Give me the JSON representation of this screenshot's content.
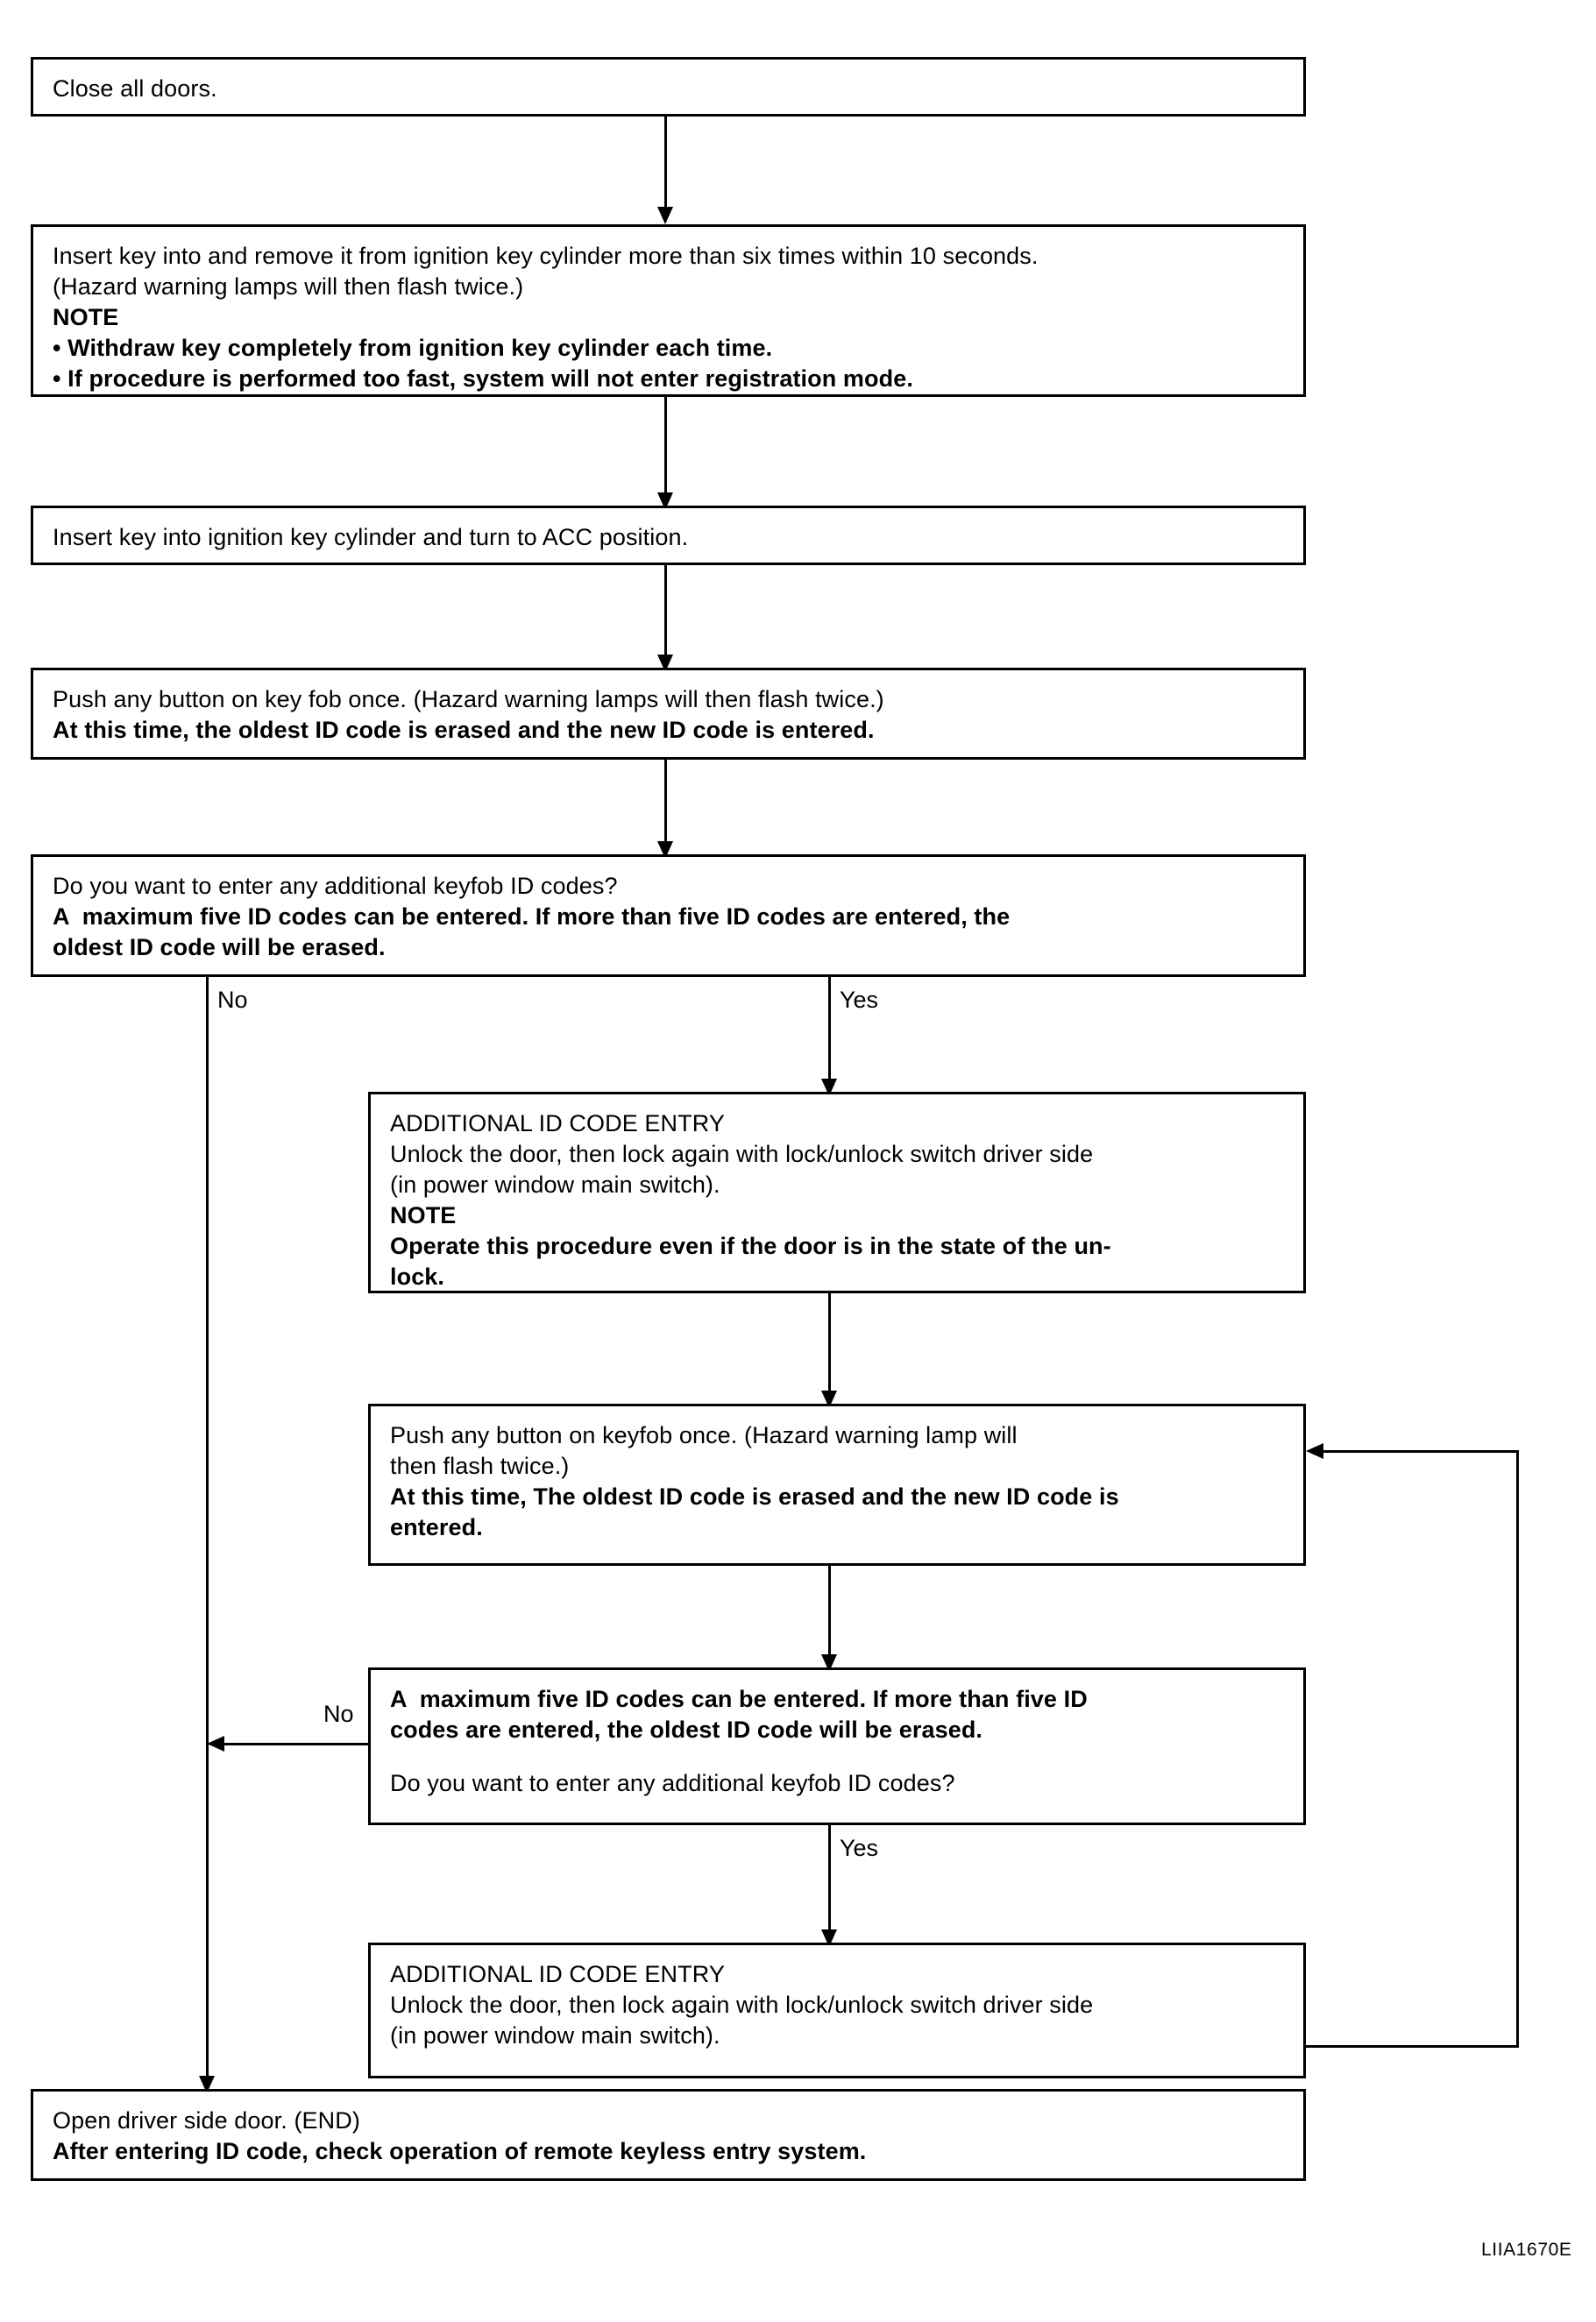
{
  "figure": {
    "code": "LIIA1670E"
  },
  "labels": {
    "no": "No",
    "yes": "Yes"
  },
  "boxes": {
    "close_doors": {
      "lines": [
        {
          "text": "Close all doors.",
          "bold": false
        }
      ]
    },
    "insert_remove_key": {
      "lines": [
        {
          "text": "Insert key into and remove it from ignition key cylinder more than six times within 10 seconds.",
          "bold": false
        },
        {
          "text": "(Hazard warning lamps will then flash twice.)",
          "bold": false
        },
        {
          "text": "NOTE",
          "bold": true
        },
        {
          "text": "• Withdraw key completely from ignition key cylinder each time.",
          "bold": true
        },
        {
          "text": "• If procedure is performed too fast, system will not enter registration mode.",
          "bold": true
        }
      ]
    },
    "turn_acc": {
      "lines": [
        {
          "text": "Insert key into ignition key cylinder and turn to ACC position.",
          "bold": false
        }
      ]
    },
    "push_keyfob_first": {
      "lines": [
        {
          "text": "Push any button on key fob once. (Hazard warning lamps will then flash twice.)",
          "bold": false
        },
        {
          "text": "At this time, the oldest ID code is erased and the new ID code is entered.",
          "bold": true
        }
      ]
    },
    "decision_one": {
      "lines": [
        {
          "text": "Do you want to enter any additional keyfob ID codes?",
          "bold": false
        },
        {
          "text": "A  maximum five ID codes can be entered. If more than five ID codes are entered, the",
          "bold": true
        },
        {
          "text": "oldest ID code will be erased.",
          "bold": true
        }
      ]
    },
    "additional_entry_first": {
      "lines": [
        {
          "text": "ADDITIONAL ID CODE ENTRY",
          "bold": false
        },
        {
          "text": "Unlock the door, then lock again with lock/unlock switch driver side",
          "bold": false
        },
        {
          "text": "(in power window main switch).",
          "bold": false
        },
        {
          "text": "NOTE",
          "bold": true
        },
        {
          "text": "Operate this procedure even if the door is in the state of the un-",
          "bold": true
        },
        {
          "text": "lock.",
          "bold": true
        }
      ]
    },
    "push_keyfob_second": {
      "lines": [
        {
          "text": "Push any button on keyfob once. (Hazard warning lamp will",
          "bold": false
        },
        {
          "text": "then flash twice.)",
          "bold": false
        },
        {
          "text": "At this time, The oldest ID code is erased and the new ID code is",
          "bold": true
        },
        {
          "text": "entered.",
          "bold": true
        }
      ]
    },
    "decision_two": {
      "lines": [
        {
          "text": "A  maximum five ID codes can be entered. If more than five ID",
          "bold": true
        },
        {
          "text": "codes are entered, the oldest ID code will be erased.",
          "bold": true
        },
        {
          "text": "Do you want to enter any additional keyfob ID codes?",
          "bold": false,
          "gap": true
        }
      ]
    },
    "additional_entry_second": {
      "lines": [
        {
          "text": "ADDITIONAL ID CODE ENTRY",
          "bold": false
        },
        {
          "text": "Unlock the door, then lock again with lock/unlock switch driver side",
          "bold": false
        },
        {
          "text": "(in power window main switch).",
          "bold": false
        }
      ]
    },
    "open_door_end": {
      "lines": [
        {
          "text": "Open driver side door. (END)",
          "bold": false
        },
        {
          "text": "After entering ID code, check operation of remote keyless entry system.",
          "bold": true
        }
      ]
    }
  }
}
